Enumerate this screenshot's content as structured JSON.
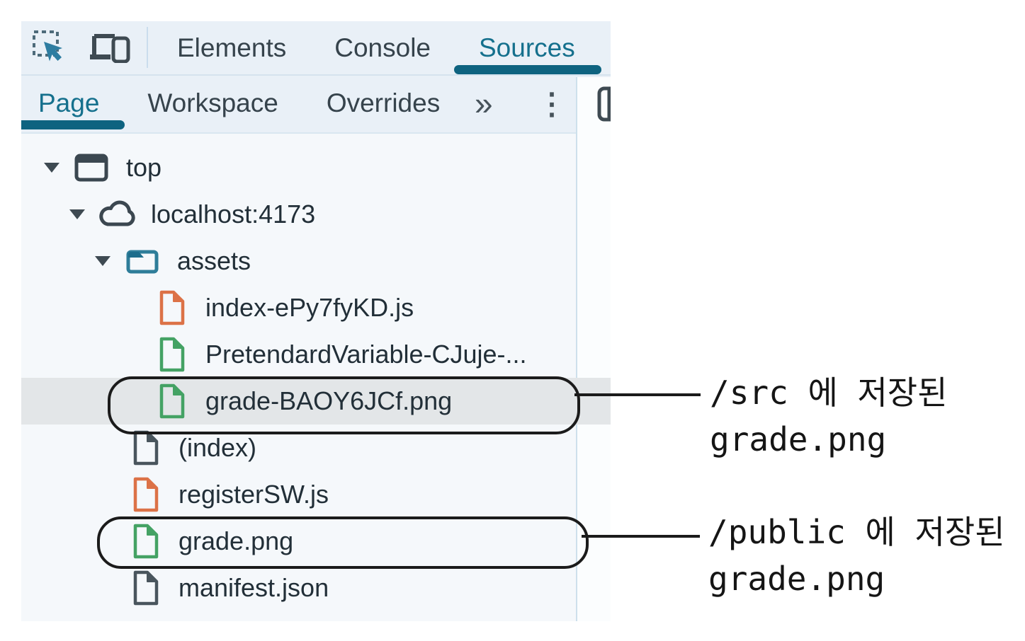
{
  "devtools": {
    "main_tabs": [
      {
        "label": "Elements",
        "active": false
      },
      {
        "label": "Console",
        "active": false
      },
      {
        "label": "Sources",
        "active": true
      }
    ],
    "panel_tabs": [
      {
        "label": "Page",
        "active": true
      },
      {
        "label": "Workspace",
        "active": false
      },
      {
        "label": "Overrides",
        "active": false
      }
    ],
    "more_tabs_glyph": "»",
    "overflow_menu_glyph": "⋮",
    "tree": {
      "items": [
        {
          "label": "top",
          "icon": "frame-icon",
          "color": "gray",
          "indent": "lvl0",
          "arrow": true,
          "selected": false
        },
        {
          "label": "localhost:4173",
          "icon": "cloud-icon",
          "color": "gray",
          "indent": "lvl1",
          "arrow": true,
          "selected": false
        },
        {
          "label": "assets",
          "icon": "folder-icon",
          "color": "teal",
          "indent": "lvl2",
          "arrow": true,
          "selected": false
        },
        {
          "label": "index-ePy7fyKD.js",
          "icon": "file-icon",
          "color": "orange",
          "indent": "lvl3f",
          "arrow": false,
          "selected": false
        },
        {
          "label": "PretendardVariable-CJuje-...",
          "icon": "file-icon",
          "color": "green",
          "indent": "lvl3f",
          "arrow": false,
          "selected": false
        },
        {
          "label": "grade-BAOY6JCf.png",
          "icon": "file-icon",
          "color": "green",
          "indent": "lvl3f",
          "arrow": false,
          "selected": true
        },
        {
          "label": "(index)",
          "icon": "file-icon",
          "color": "gray",
          "indent": "lvl2f",
          "arrow": false,
          "selected": false
        },
        {
          "label": "registerSW.js",
          "icon": "file-icon",
          "color": "orange",
          "indent": "lvl2f",
          "arrow": false,
          "selected": false
        },
        {
          "label": "grade.png",
          "icon": "file-icon",
          "color": "green",
          "indent": "lvl2f",
          "arrow": false,
          "selected": false
        },
        {
          "label": "manifest.json",
          "icon": "file-icon",
          "color": "gray",
          "indent": "lvl2f",
          "arrow": false,
          "selected": false
        }
      ]
    }
  },
  "annotations": [
    {
      "line1": "/src 에 저장된",
      "line2": "grade.png"
    },
    {
      "line1": "/public 에 저장된",
      "line2": "grade.png"
    }
  ],
  "colors": {
    "accent_teal": "#15708d",
    "underline_teal": "#0e6380",
    "file_orange": "#dc7247",
    "file_green": "#44a264",
    "file_gray": "#49555d",
    "selected_row": "#e3e6e8",
    "annotation_ink": "#1b1b1b"
  }
}
